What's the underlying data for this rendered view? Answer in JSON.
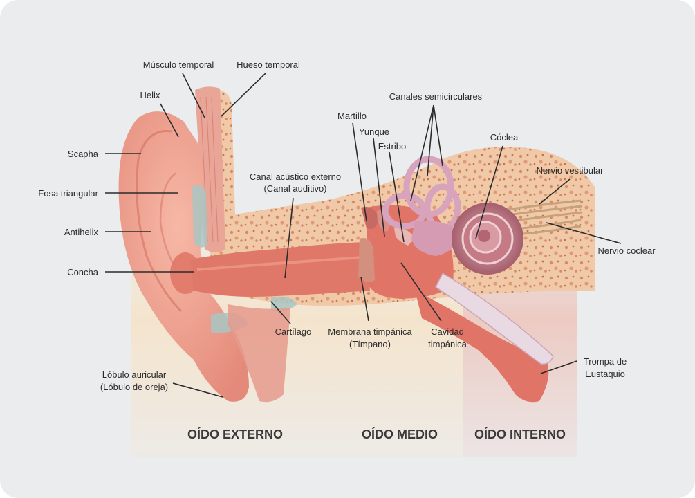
{
  "colors": {
    "background": "#ebecee",
    "skin": "#f2a493",
    "skin_dark": "#d9766a",
    "bone": "#f0c6a6",
    "bone_spots": "#d9855f",
    "cartilage": "#a9c6c3",
    "canal": "#e0786a",
    "cochlea": "#c47b86",
    "canals_semicircular": "#d8a3bd",
    "nerve": "#c6a27a",
    "band_external": "#f6e3c7",
    "band_medio": "#f6e3c7",
    "band_interno": "#edc7be"
  },
  "labels": {
    "musculo_temporal": "Músculo temporal",
    "hueso_temporal": "Hueso temporal",
    "helix": "Helix",
    "scapha": "Scapha",
    "fosa_triangular": "Fosa triangular",
    "antihelix": "Antihelix",
    "concha": "Concha",
    "lobulo_line1": "Lóbulo auricular",
    "lobulo_line2": "(Lóbulo de oreja)",
    "canal_line1": "Canal acústico externo",
    "canal_line2": "(Canal auditivo)",
    "cartilago": "Cartílago",
    "martillo": "Martillo",
    "yunque": "Yunque",
    "estribo": "Estribo",
    "canales_semicirculares": "Canales semicirculares",
    "coclea": "Cóclea",
    "nervio_vestibular": "Nervio vestibular",
    "nervio_coclear": "Nervio coclear",
    "membrana_line1": "Membrana timpánica",
    "membrana_line2": "(Tímpano)",
    "cavidad_line1": "Cavidad",
    "cavidad_line2": "timpánica",
    "trompa_line1": "Trompa de",
    "trompa_line2": "Eustaquio"
  },
  "sections": {
    "externo": "OÍDO EXTERNO",
    "medio": "OÍDO MEDIO",
    "interno": "OÍDO INTERNO"
  }
}
